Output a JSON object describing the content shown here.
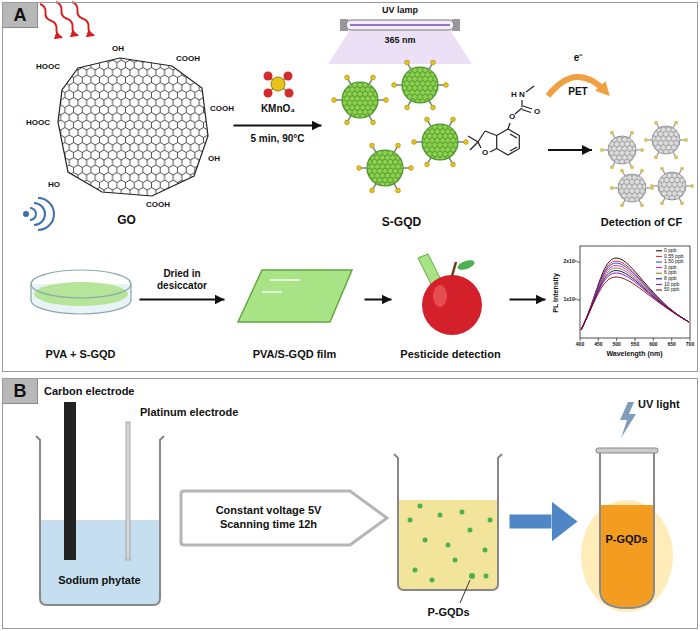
{
  "diagram": {
    "nodes": [
      {
        "text": [
          "A"
        ]
      },
      {
        "text": [
          "GO"
        ],
        "in": 0
      },
      {
        "text": [
          "S-GQD"
        ],
        "in": 0
      },
      {
        "text": [
          "Detection of CF"
        ],
        "in": 0
      },
      {
        "text": [
          "PVA + S-GQD"
        ],
        "in": 0
      },
      {
        "text": [
          "PVA/S-GQD film"
        ],
        "in": 0
      },
      {
        "text": [
          "Pesticide detection"
        ],
        "in": 0
      },
      {
        "text": [
          "PL Intensity",
          "Wavelength (nm)"
        ],
        "in": 0
      },
      {
        "text": [
          "B"
        ]
      },
      {
        "text": [
          "Sodium phytate"
        ],
        "in": 8
      },
      {
        "text": [
          "Constant voltage 5V",
          "Scanning time 12h"
        ],
        "in": 8
      },
      {
        "text": [
          "P-GQDs"
        ],
        "in": 8
      },
      {
        "text": [
          "P-GQDs"
        ],
        "in": 8
      }
    ],
    "edges": [
      {
        "from": 1,
        "to": 2,
        "arrow": "to",
        "label": "5 min, 90°C"
      },
      {
        "from": 4,
        "to": 5,
        "arrow": "to",
        "label": "Dried in desiccator"
      },
      {
        "from": 5,
        "to": 6,
        "arrow": "to"
      },
      {
        "from": 6,
        "to": 7,
        "arrow": "to"
      },
      {
        "from": 11,
        "to": 12,
        "arrow": "to"
      }
    ],
    "labels": [
      "HOOC",
      "OH",
      "COOH",
      "HOOC",
      "COOH",
      "OH",
      "HO",
      "COOH",
      "KMnO₄",
      "UV lamp",
      "365 nm",
      "O",
      "O",
      "O",
      "N",
      "H",
      "e⁻",
      "PET",
      "2x10⁶",
      "1x10⁶",
      "400",
      "450",
      "500",
      "550",
      "600",
      "650",
      "700",
      "Carbon electrode",
      "Platinum electrode",
      "UV light"
    ],
    "legend": [
      {
        "text": "0 ppb"
      },
      {
        "text": "0.55 ppb"
      },
      {
        "text": "1.50 ppb"
      },
      {
        "text": "3 ppb"
      },
      {
        "text": "6 ppb"
      },
      {
        "text": "8 ppb"
      },
      {
        "text": "10 ppb"
      },
      {
        "text": "50 ppb"
      }
    ]
  }
}
